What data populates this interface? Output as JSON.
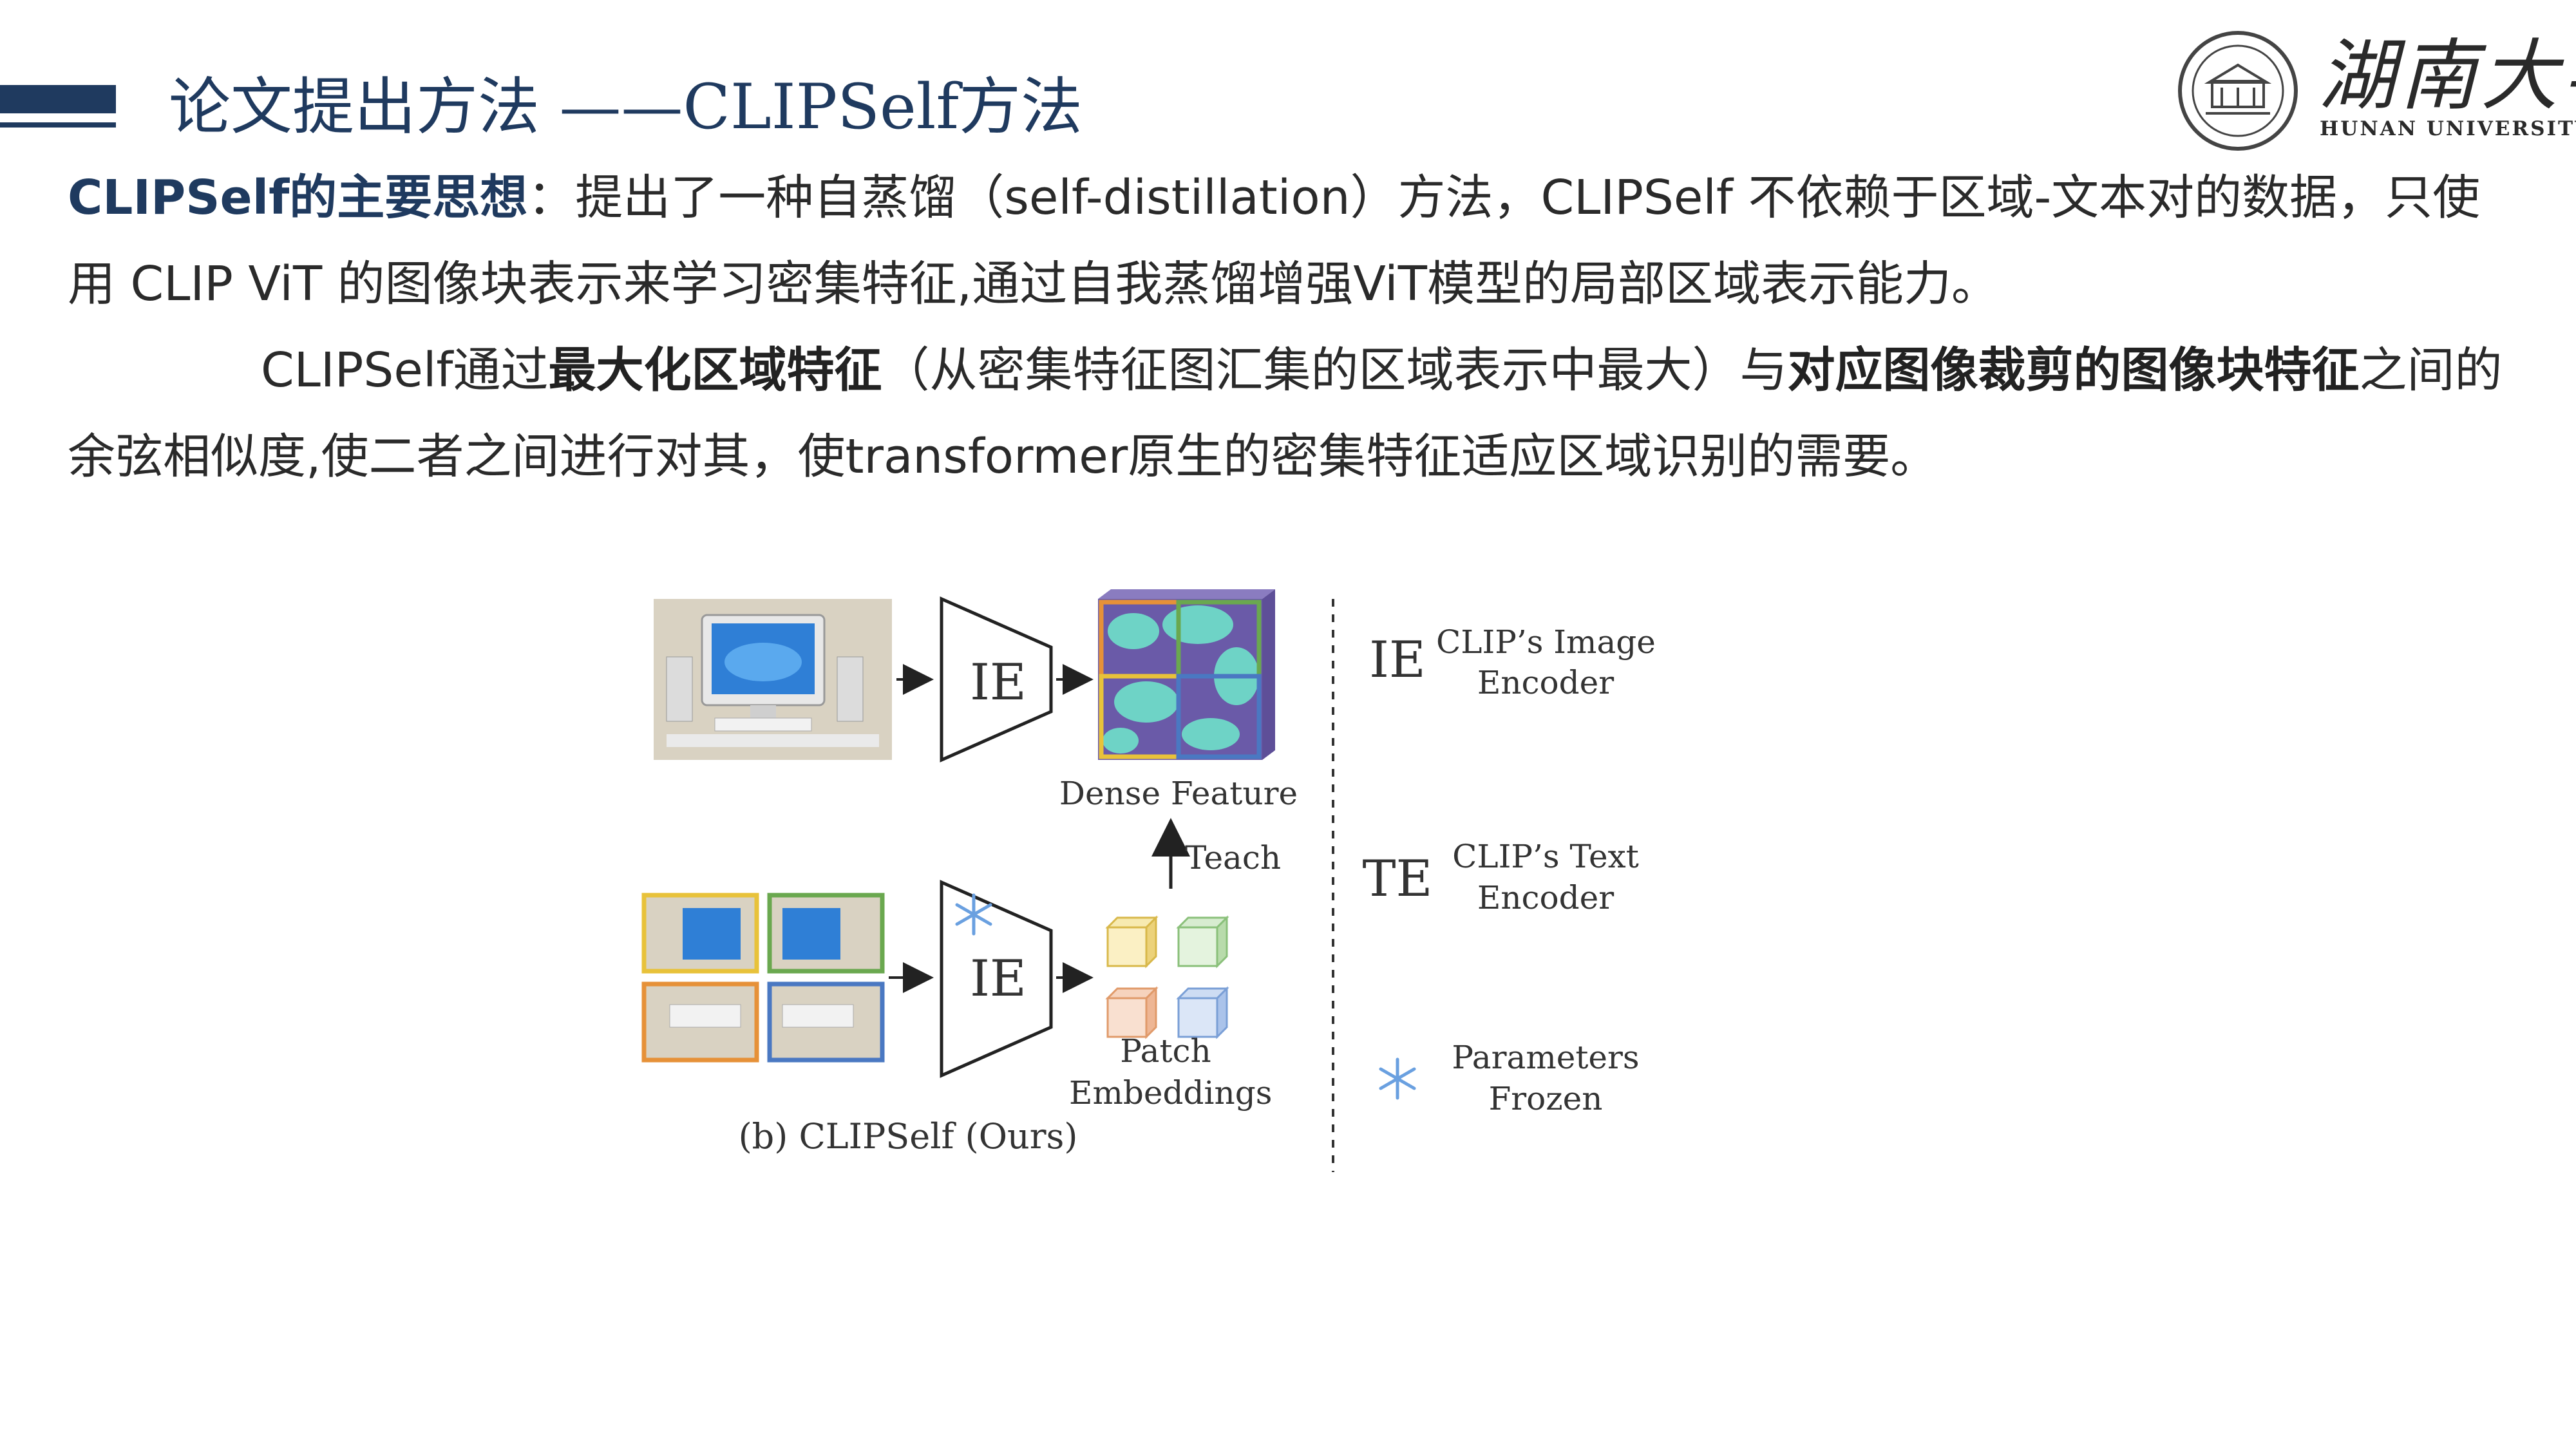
{
  "header": {
    "title": "论文提出方法 ——CLIPSelf方法"
  },
  "logo": {
    "name_cn": "湖南大学",
    "name_en": "HUNAN UNIVERSITY"
  },
  "content": {
    "p1_label": "CLIPSelf的主要思想",
    "p1_text": "：提出了一种自蒸馏（self-distillation）方法，CLIPSelf 不依赖于区域-文本对的数据，只使用 CLIP ViT 的图像块表示来学习密集特征,通过自我蒸馏增强ViT模型的局部区域表示能力。",
    "p2_a": "CLIPSelf通过",
    "p2_b1": "最大化区域特征",
    "p2_c": "（从密集特征图汇集的区域表示中最大）与",
    "p2_b2": "对应图像裁剪的图像块特征",
    "p2_d": "之间的余弦相似度,使二者之间进行对其，使transformer原生的密集特征适应区域识别的需要。"
  },
  "figure": {
    "ie_label_top": "IE",
    "ie_label_bottom": "IE",
    "dense_feature": "Dense Feature",
    "teach": "Teach",
    "patch": "Patch",
    "embeddings": "Embeddings",
    "caption": "(b) CLIPSelf (Ours)",
    "legend": [
      {
        "abbr": "IE",
        "line1": "CLIP’s Image",
        "line2": "Encoder"
      },
      {
        "abbr": "TE",
        "line1": "CLIP’s Text",
        "line2": "Encoder"
      },
      {
        "abbr": "",
        "line1": "Parameters",
        "line2": "Frozen",
        "icon": "snowflake-icon"
      }
    ],
    "colors": {
      "dense_purple": "#6a5aa8",
      "dense_teal": "#6ed3c6",
      "crop_yellow": "#e8c23a",
      "crop_green": "#6aa84f",
      "crop_orange": "#e69138",
      "crop_blue": "#4a78c2"
    }
  }
}
